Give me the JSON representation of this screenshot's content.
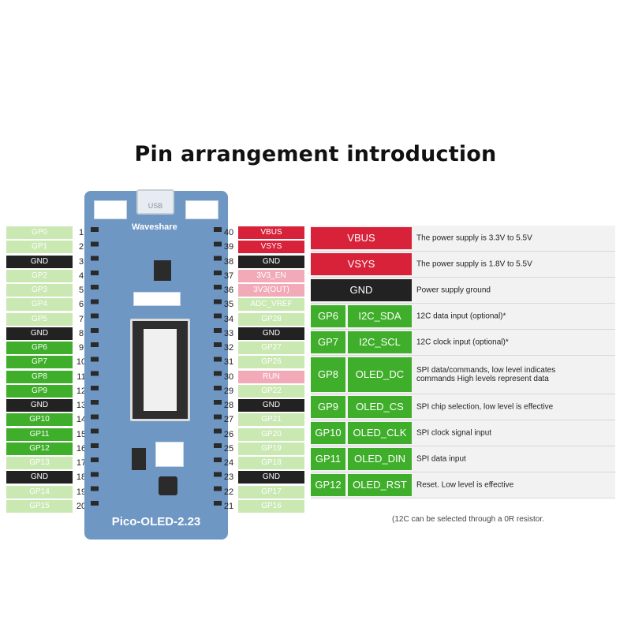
{
  "title": "Pin arrangement introduction",
  "board": {
    "brand": "Waveshare",
    "name": "Pico-OLED-2.23",
    "usb": "USB"
  },
  "colors": {
    "light_green": "#c9e8b2",
    "green": "#3fae2a",
    "black": "#222222",
    "pink": "#f2aab8",
    "red": "#d8223a"
  },
  "left_pins": [
    {
      "label": "GP0",
      "num": "1",
      "style": "light"
    },
    {
      "label": "GP1",
      "num": "2",
      "style": "light"
    },
    {
      "label": "GND",
      "num": "3",
      "style": "black"
    },
    {
      "label": "GP2",
      "num": "4",
      "style": "light"
    },
    {
      "label": "GP3",
      "num": "5",
      "style": "light"
    },
    {
      "label": "GP4",
      "num": "6",
      "style": "light"
    },
    {
      "label": "GP5",
      "num": "7",
      "style": "light"
    },
    {
      "label": "GND",
      "num": "8",
      "style": "black"
    },
    {
      "label": "GP6",
      "num": "9",
      "style": "green"
    },
    {
      "label": "GP7",
      "num": "10",
      "style": "green"
    },
    {
      "label": "GP8",
      "num": "11",
      "style": "green"
    },
    {
      "label": "GP9",
      "num": "12",
      "style": "green"
    },
    {
      "label": "GND",
      "num": "13",
      "style": "black"
    },
    {
      "label": "GP10",
      "num": "14",
      "style": "green"
    },
    {
      "label": "GP11",
      "num": "15",
      "style": "green"
    },
    {
      "label": "GP12",
      "num": "16",
      "style": "green"
    },
    {
      "label": "GP13",
      "num": "17",
      "style": "light"
    },
    {
      "label": "GND",
      "num": "18",
      "style": "black"
    },
    {
      "label": "GP14",
      "num": "19",
      "style": "light"
    },
    {
      "label": "GP15",
      "num": "20",
      "style": "light"
    }
  ],
  "right_pins": [
    {
      "label": "VBUS",
      "num": "40",
      "style": "red"
    },
    {
      "label": "VSYS",
      "num": "39",
      "style": "red"
    },
    {
      "label": "GND",
      "num": "38",
      "style": "black"
    },
    {
      "label": "3V3_EN",
      "num": "37",
      "style": "pink"
    },
    {
      "label": "3V3(OUT)",
      "num": "36",
      "style": "pink"
    },
    {
      "label": "ADC_VREF",
      "num": "35",
      "style": "light"
    },
    {
      "label": "GP28",
      "num": "34",
      "style": "light"
    },
    {
      "label": "GND",
      "num": "33",
      "style": "black"
    },
    {
      "label": "GP27",
      "num": "32",
      "style": "light"
    },
    {
      "label": "GP26",
      "num": "31",
      "style": "light"
    },
    {
      "label": "RUN",
      "num": "30",
      "style": "pink"
    },
    {
      "label": "GP22",
      "num": "29",
      "style": "light"
    },
    {
      "label": "GND",
      "num": "28",
      "style": "black"
    },
    {
      "label": "GP21",
      "num": "27",
      "style": "light"
    },
    {
      "label": "GP20",
      "num": "26",
      "style": "light"
    },
    {
      "label": "GP19",
      "num": "25",
      "style": "light"
    },
    {
      "label": "GP18",
      "num": "24",
      "style": "light"
    },
    {
      "label": "GND",
      "num": "23",
      "style": "black"
    },
    {
      "label": "GP17",
      "num": "22",
      "style": "light"
    },
    {
      "label": "GP16",
      "num": "21",
      "style": "light"
    }
  ],
  "table": [
    {
      "signal": "VBUS",
      "function": "",
      "desc": "The power supply is 3.3V to 5.5V",
      "style": "red"
    },
    {
      "signal": "VSYS",
      "function": "",
      "desc": "The power supply is 1.8V to 5.5V",
      "style": "red"
    },
    {
      "signal": "GND",
      "function": "",
      "desc": "Power supply ground",
      "style": "black"
    },
    {
      "signal": "GP6",
      "function": "I2C_SDA",
      "desc": "12C data input (optional)*",
      "style": "green"
    },
    {
      "signal": "GP7",
      "function": "I2C_SCL",
      "desc": "12C clock input (optional)*",
      "style": "green"
    },
    {
      "signal": "GP8",
      "function": "OLED_DC",
      "desc": "SPI data/commands, low level indicates commands High levels represent data",
      "style": "green"
    },
    {
      "signal": "GP9",
      "function": "OLED_CS",
      "desc": "SPI chip selection, low level is effective",
      "style": "green"
    },
    {
      "signal": "GP10",
      "function": "OLED_CLK",
      "desc": "SPI clock signal input",
      "style": "green"
    },
    {
      "signal": "GP11",
      "function": "OLED_DIN",
      "desc": "SPI data input",
      "style": "green"
    },
    {
      "signal": "GP12",
      "function": "OLED_RST",
      "desc": "Reset. Low level is effective",
      "style": "green"
    }
  ],
  "footnote": "(12C can be selected through a 0R resistor."
}
